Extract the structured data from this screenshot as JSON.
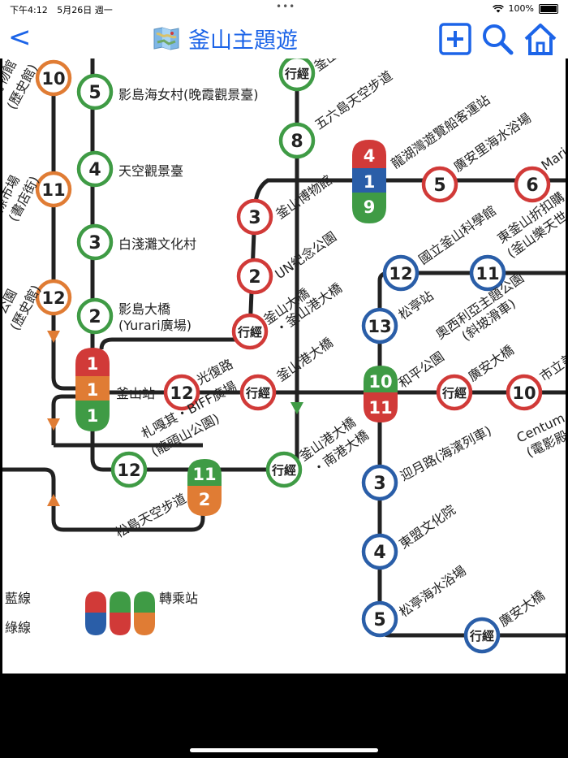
{
  "status_bar": {
    "time": "下午4:12",
    "date": "5月26日 週一",
    "battery": "100%"
  },
  "nav": {
    "back_label": "<",
    "title": "釜山主題遊"
  },
  "colors": {
    "blue": "#1c64e8",
    "red": "#d13a38",
    "green": "#3f9b45",
    "orange": "#e07c34",
    "navy": "#2a5ea8"
  },
  "stations": {
    "yeongdo_haenyeo": "影島海女村(晚霞觀景臺)",
    "sky_observatory": "天空觀景臺",
    "huinnyeoul": "白淺灘文化村",
    "yeongdo_bridge_1": "影島大橋",
    "yeongdo_bridge_2": "(Yurari廣場)",
    "busan_station": "釜山站",
    "gwangbok": "光復路",
    "biff_1": "札嘎其・BIFF廣場",
    "biff_2": "(龍頭山公園)",
    "songdo_skywalk": "松島天空步道",
    "busan_museum": "釜山博物館",
    "un_park": "UN紀念公園",
    "busan_big_1": "釜山大橋",
    "busan_big_2": "・釜山港大橋",
    "busan_harbor_bridge": "釜山港大橋",
    "harbor_south_1": "釜山港大橋",
    "harbor_south_2": "・南港大橋",
    "oryukdo": "五六島天空步道",
    "yonghoman": "龍湖灣遊覽船客運站",
    "gwangalli": "廣安里海水浴場",
    "science_museum": "國立釜山科學館",
    "songjeong_st": "松亭站",
    "osiria_1": "奧西利亞主題公園",
    "osiria_2": "(斜坡滑車)",
    "peace_park": "和平公園",
    "gwangan_bridge": "廣安大橋",
    "mipo": "迎月路(海濱列車)",
    "dongmaeng": "東盟文化院",
    "songjeong_beach": "松亭海水浴場",
    "gwangan_bridge_2": "廣安大橋",
    "dongbusan_1": "東釜山折扣購",
    "dongbusan_2": "(釜山樂天世",
    "city_hall": "市立美",
    "centum_1": "Centum Ci",
    "centum_2": "(電影殿",
    "marine": "Mari",
    "museum_left_1": "博物館",
    "museum_left_2": "(歷史館)",
    "market_left_1": "際市場",
    "market_left_2": "(書店街)",
    "park_left_1": "公園",
    "park_left_2": "(歷史館)",
    "top_cut": "釜山"
  },
  "badges": {
    "pass": "行經"
  },
  "stops": {
    "g5": "5",
    "g4": "4",
    "g3": "3",
    "g2": "2",
    "g8": "8",
    "o10": "10",
    "o11": "11",
    "o12": "12",
    "tr_red": "1",
    "tr_orange": "1",
    "tr_green": "1",
    "r12_gwangbok": "12",
    "r3": "3",
    "r2": "2",
    "t_top_red": "4",
    "t_top_blue": "1",
    "t_top_green": "9",
    "r5": "5",
    "r6": "6",
    "b12": "12",
    "b11": "11",
    "b13": "13",
    "t_mid_green": "10",
    "t_mid_red": "11",
    "r10": "10",
    "g12": "12",
    "t_low_green": "11",
    "t_low_orange": "2",
    "b3": "3",
    "b4": "4",
    "b5": "5"
  },
  "legend": {
    "blue_line": "藍線",
    "green_line": "綠線",
    "transfer": "轉乘站"
  }
}
